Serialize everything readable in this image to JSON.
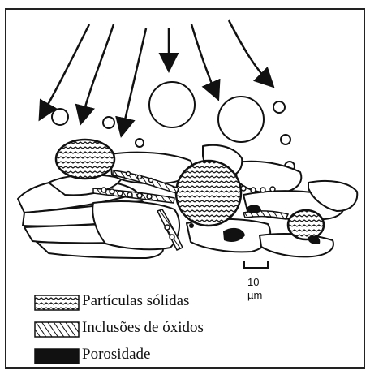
{
  "figure": {
    "scale_bar": {
      "value": "10",
      "unit": "µm"
    },
    "legend": [
      {
        "label": "Partículas sólidas",
        "pattern": "wave"
      },
      {
        "label": "Inclusões de óxidos",
        "pattern": "hatch"
      },
      {
        "label": "Porosidade",
        "pattern": "solid"
      }
    ]
  },
  "colors": {
    "ink": "#111111",
    "background": "#ffffff"
  }
}
